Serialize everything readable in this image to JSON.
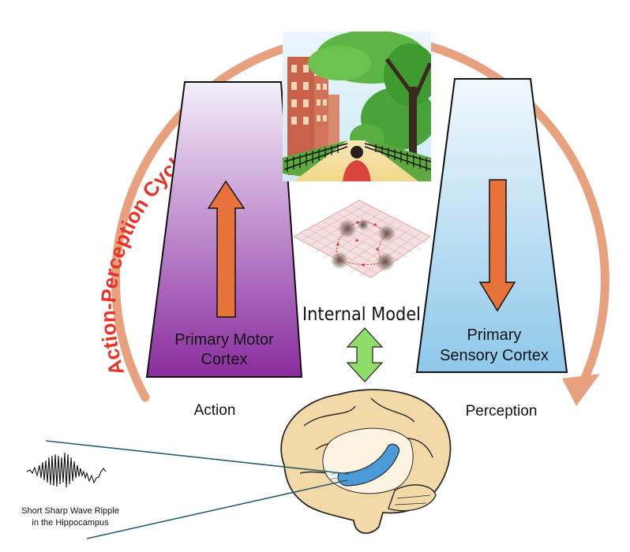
{
  "cycle": {
    "label": "Action-Perception Cycle",
    "arc_color": "#e7a17f",
    "label_color": "#e8332a"
  },
  "motor": {
    "label_line1": "Primary Motor",
    "label_line2": "Cortex",
    "gradient_top": "#f4eefa",
    "gradient_bottom": "#8a2c9e",
    "arrow_direction": "up",
    "caption": "Action"
  },
  "sensory": {
    "label_line1": "Primary",
    "label_line2": "Sensory Cortex",
    "gradient_top": "#f2f8fd",
    "gradient_bottom": "#8dc8ea",
    "arrow_direction": "down",
    "caption": "Perception"
  },
  "arrow_color": "#e8733a",
  "internal_model": {
    "label": "Internal Model",
    "arrow_color": "#8fdc6a",
    "arrow_direction": "up-down"
  },
  "scene": {
    "icon": "park-walk-scene"
  },
  "landscape": {
    "icon": "grid-landscape-icon"
  },
  "brain": {
    "icon": "brain-hippocampus-icon",
    "highlight_color": "#4a9bd8"
  },
  "ripple": {
    "caption_line1": "Short Sharp Wave Ripple",
    "caption_line2": "in the Hippocampus"
  }
}
